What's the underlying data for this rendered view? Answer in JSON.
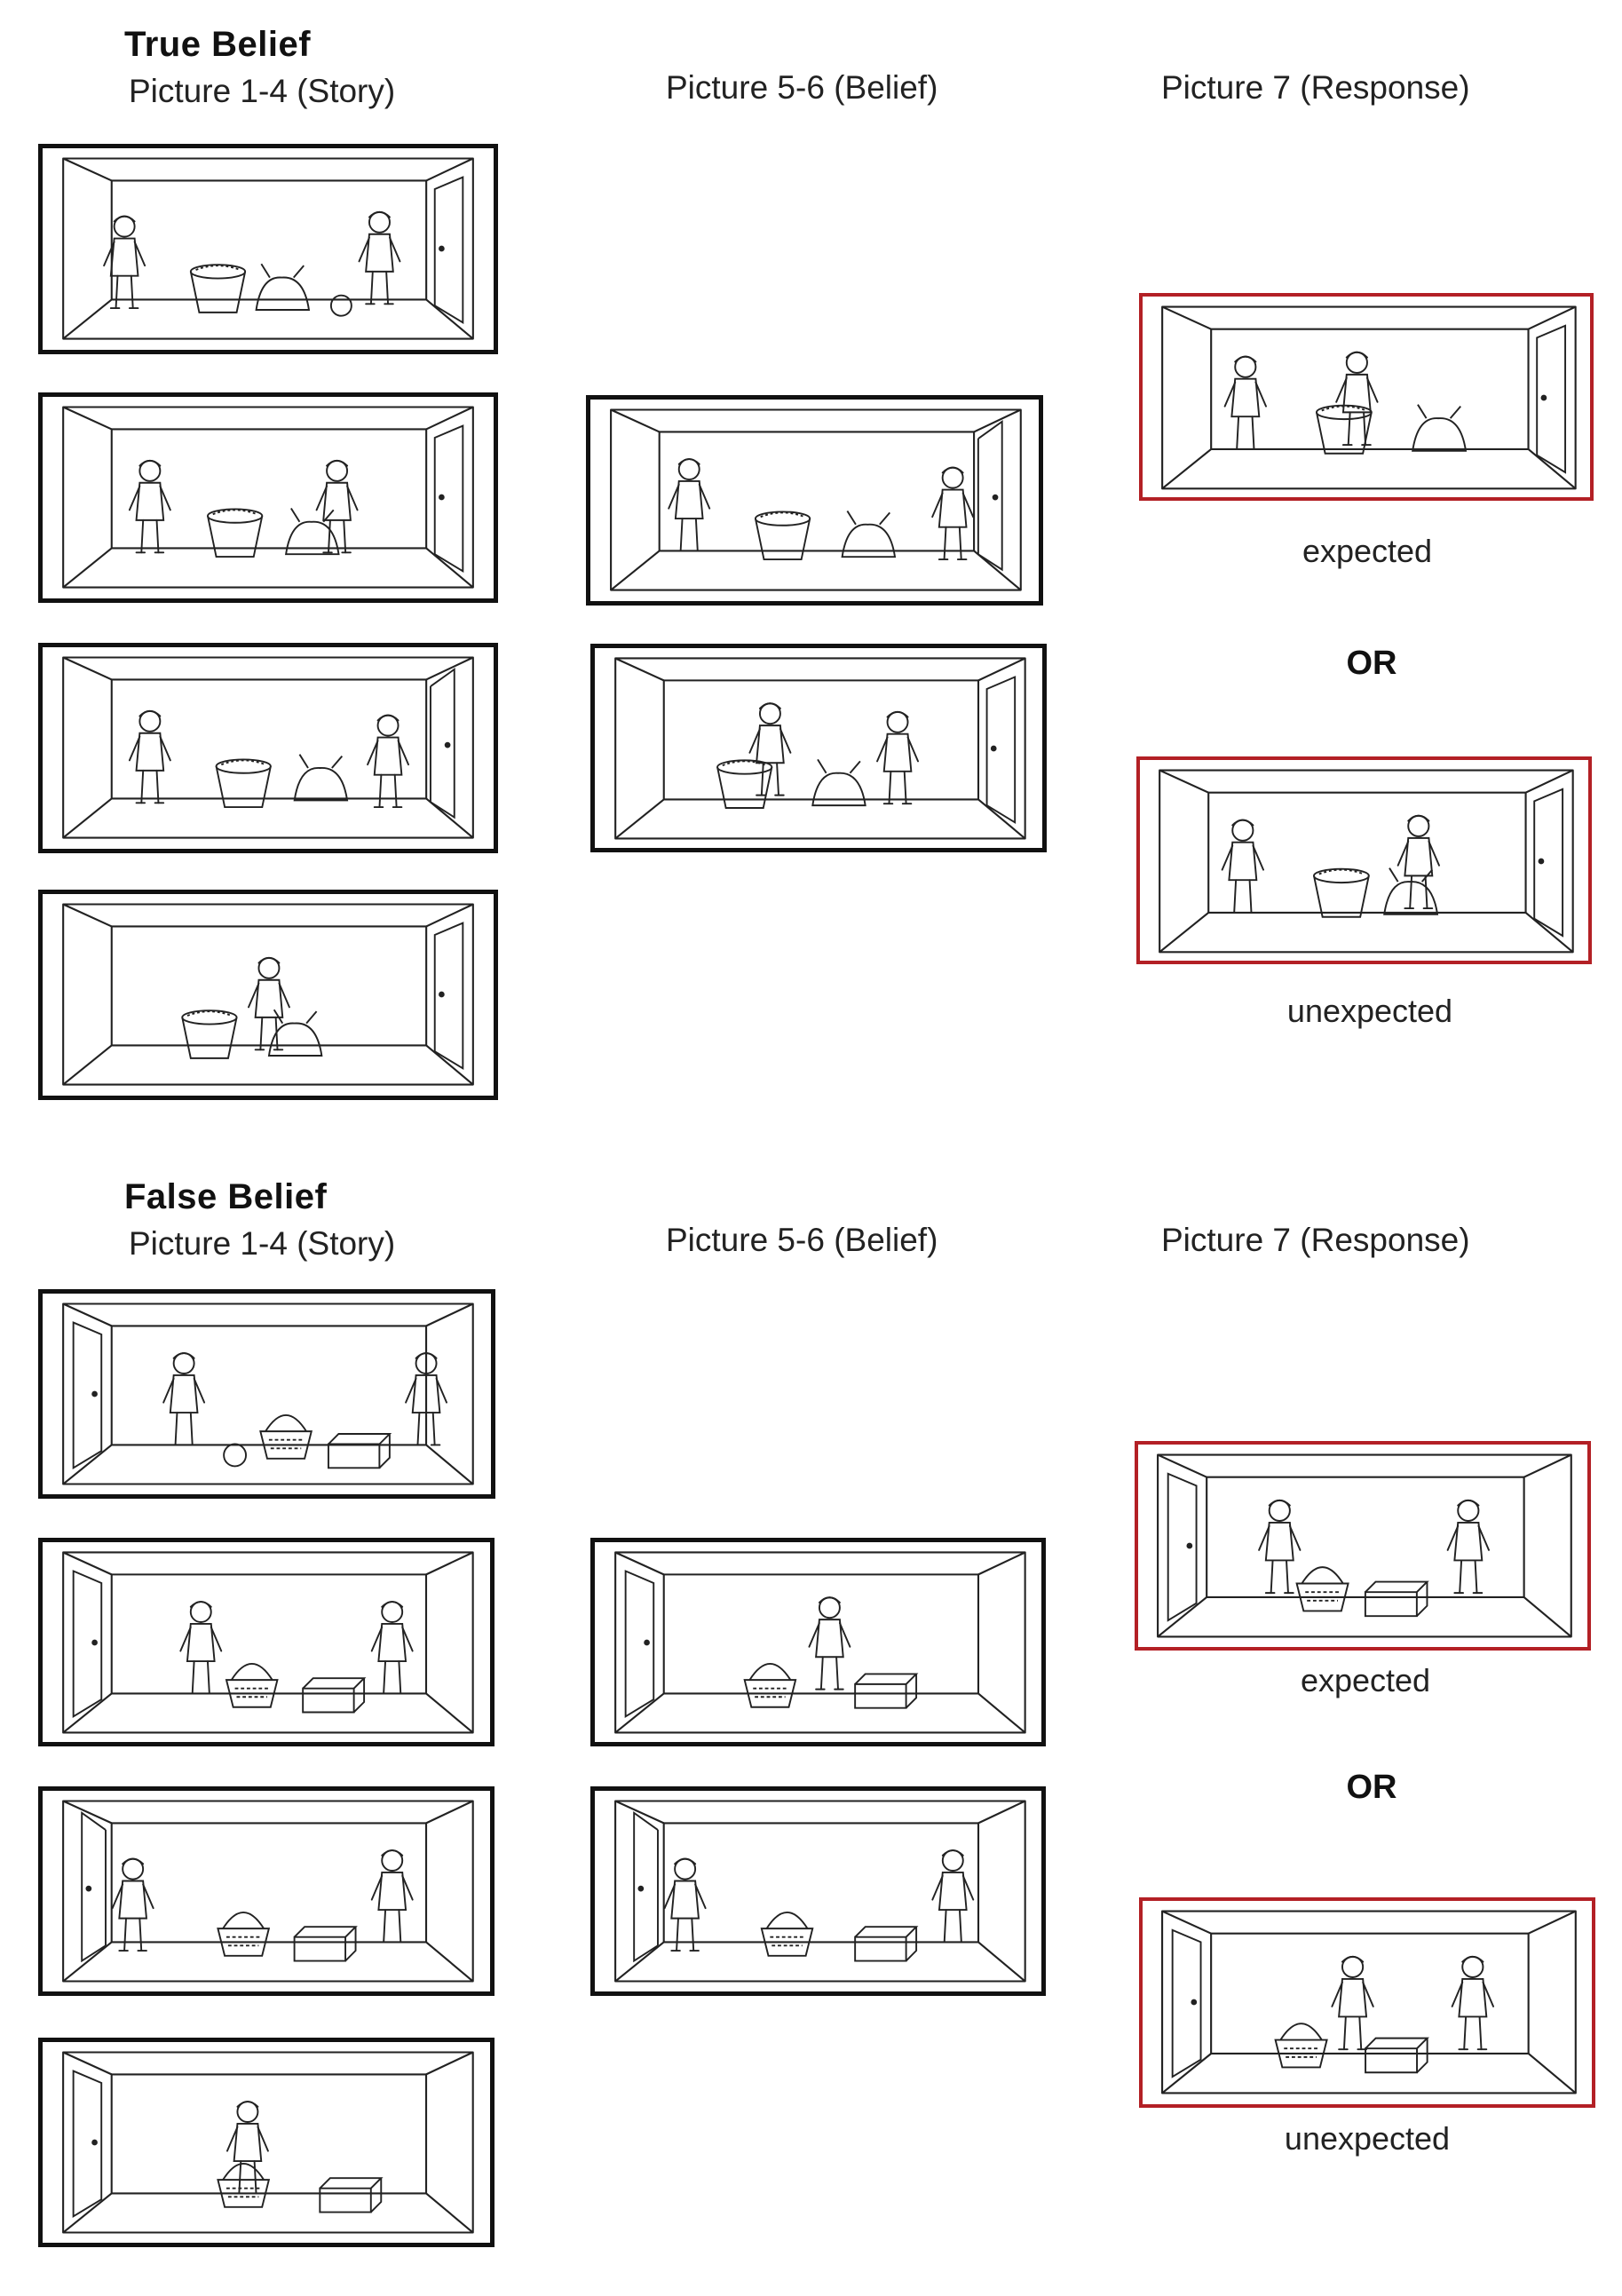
{
  "sections": [
    {
      "title": "True Belief",
      "columns": {
        "story": "Picture 1-4 (Story)",
        "belief": "Picture 5-6 (Belief)",
        "response": "Picture 7 (Response)"
      },
      "response": {
        "expected_label": "expected",
        "or_label": "OR",
        "unexpected_label": "unexpected"
      }
    },
    {
      "title": "False Belief",
      "columns": {
        "story": "Picture 1-4 (Story)",
        "belief": "Picture 5-6 (Belief)",
        "response": "Picture 7 (Response)"
      },
      "response": {
        "expected_label": "expected",
        "or_label": "OR",
        "unexpected_label": "unexpected"
      }
    }
  ],
  "colors": {
    "panel_border": "#111111",
    "response_border": "#b32025"
  }
}
